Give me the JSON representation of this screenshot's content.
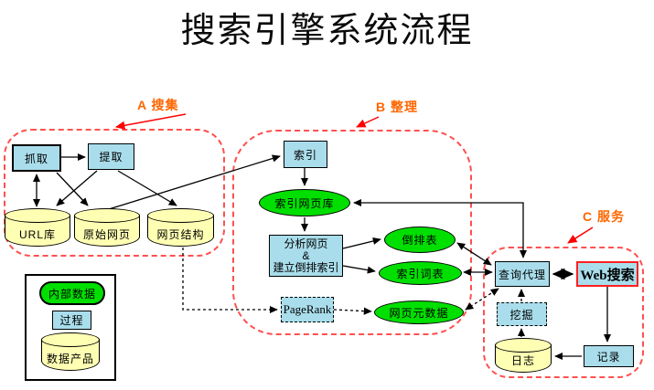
{
  "title": "搜索引擎系统流程",
  "regions": {
    "a": {
      "label": "A 搜集"
    },
    "b": {
      "label": "B 整理"
    },
    "c": {
      "label": "C 服务"
    }
  },
  "nodes": {
    "crawl": "抓取",
    "extract": "提取",
    "url_db": "URL库",
    "raw_pages": "原始网页",
    "page_structure": "网页结构",
    "index": "索引",
    "indexed_page_db": "索引网页库",
    "analyze_lines": [
      "分析网页",
      "&",
      "建立倒排索引"
    ],
    "inverted_table": "倒排表",
    "index_lexicon": "索引词表",
    "pagerank": "PageRank",
    "page_metadata": "网页元数据",
    "query_agent": "查询代理",
    "web_search": "Web搜索",
    "mining": "挖掘",
    "log": "日志",
    "record": "记录"
  },
  "legend": {
    "internal_data": "内部数据",
    "process": "过程",
    "data_product": "数据产品"
  },
  "colors": {
    "process_fill": "#A9DDEB",
    "internal_data_fill": "#00DF00",
    "data_product_fill": "#FFFFB4",
    "region_border": "#FF5050",
    "region_label": "#FF6600",
    "pointer_red": "#FF0000",
    "web_search_border": "#FF2020"
  }
}
